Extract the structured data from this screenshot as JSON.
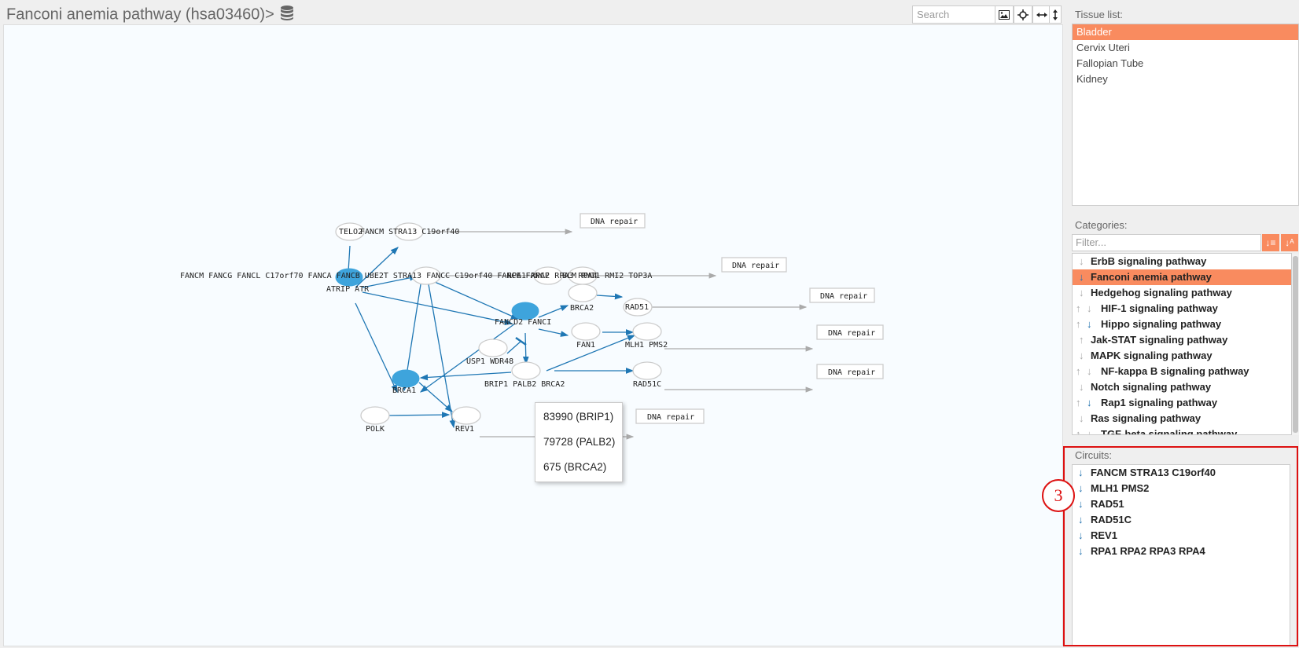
{
  "header": {
    "title": "Fanconi anemia pathway (hsa03460)",
    "arrow": ">",
    "search_placeholder": "Search",
    "tool_icons": [
      "image-icon",
      "crosshair-icon",
      "horizontal-expand-icon",
      "vertical-expand-icon"
    ]
  },
  "graph": {
    "nodes": {
      "telo2": "TELO2",
      "fancm_top": "FANCM STRA13 C19orf40",
      "core": "FANCM FANCG FANCL C17orf70 FANCA FANCB UBE2T STRA13 FANCC C19orf40 FANCE FANCF",
      "atrip": "ATRIP ATR",
      "rpa": "RPA1 RPA2 RPA3 RPA4",
      "blm": "BLM RMI1 RMI2 TOP3A",
      "fancd2": "FANCD2 FANCI",
      "brca2": "BRCA2",
      "rad51": "RAD51",
      "fan1": "FAN1",
      "mlh1": "MLH1 PMS2",
      "usp1": "USP1 WDR48",
      "brca1": "BRCA1",
      "brip1": "BRIP1 PALB2 BRCA2",
      "rad51c": "RAD51C",
      "polk": "POLK",
      "rev1": "REV1"
    },
    "outputs": {
      "dna1": "DNA repair",
      "dna2": "DNA repair",
      "dna3": "DNA repair",
      "dna4": "DNA repair",
      "dna5": "DNA repair",
      "dna6": "DNA repair"
    },
    "colors": {
      "active_node": "#3ea4dc",
      "edge": "#1f77b4",
      "output_edge": "#aaaaaa",
      "inactive_stroke": "#cccccc"
    }
  },
  "tooltip": {
    "items": [
      "83990 (BRIP1)",
      "79728 (PALB2)",
      "675 (BRCA2)"
    ]
  },
  "tissues": {
    "label": "Tissue list:",
    "items": [
      "Bladder",
      "Cervix Uteri",
      "Fallopian Tube",
      "Kidney"
    ],
    "selected": "Bladder"
  },
  "categories": {
    "label": "Categories:",
    "filter_placeholder": "Filter...",
    "items": [
      {
        "name": "ErbB signaling pathway",
        "arrows": [
          {
            "dir": "↓",
            "color": "g"
          }
        ]
      },
      {
        "name": "Fanconi anemia pathway",
        "arrows": [
          {
            "dir": "↓",
            "color": "b"
          }
        ],
        "selected": true
      },
      {
        "name": "Hedgehog signaling pathway",
        "arrows": [
          {
            "dir": "↓",
            "color": "g"
          }
        ]
      },
      {
        "name": "HIF-1 signaling pathway",
        "arrows": [
          {
            "dir": "↑",
            "color": "g"
          },
          {
            "dir": "↓",
            "color": "g"
          }
        ]
      },
      {
        "name": "Hippo signaling pathway",
        "arrows": [
          {
            "dir": "↑",
            "color": "g"
          },
          {
            "dir": "↓",
            "color": "b"
          }
        ]
      },
      {
        "name": "Jak-STAT signaling pathway",
        "arrows": [
          {
            "dir": "↑",
            "color": "g"
          }
        ]
      },
      {
        "name": "MAPK signaling pathway",
        "arrows": [
          {
            "dir": "↓",
            "color": "g"
          }
        ]
      },
      {
        "name": "NF-kappa B signaling pathway",
        "arrows": [
          {
            "dir": "↑",
            "color": "g"
          },
          {
            "dir": "↓",
            "color": "g"
          }
        ]
      },
      {
        "name": "Notch signaling pathway",
        "arrows": [
          {
            "dir": "↓",
            "color": "g"
          }
        ]
      },
      {
        "name": "Rap1 signaling pathway",
        "arrows": [
          {
            "dir": "↑",
            "color": "g"
          },
          {
            "dir": "↓",
            "color": "b"
          }
        ]
      },
      {
        "name": "Ras signaling pathway",
        "arrows": [
          {
            "dir": "↓",
            "color": "g"
          }
        ]
      },
      {
        "name": "TGF-beta signaling pathway",
        "arrows": [
          {
            "dir": "↑",
            "color": "g"
          },
          {
            "dir": "↓",
            "color": "g"
          }
        ]
      }
    ]
  },
  "circuits": {
    "label": "Circuits:",
    "items": [
      "FANCM STRA13 C19orf40",
      "MLH1 PMS2",
      "RAD51",
      "RAD51C",
      "REV1",
      "RPA1 RPA2 RPA3 RPA4"
    ],
    "arrow": "↓"
  },
  "annotation": {
    "marker": "3"
  }
}
